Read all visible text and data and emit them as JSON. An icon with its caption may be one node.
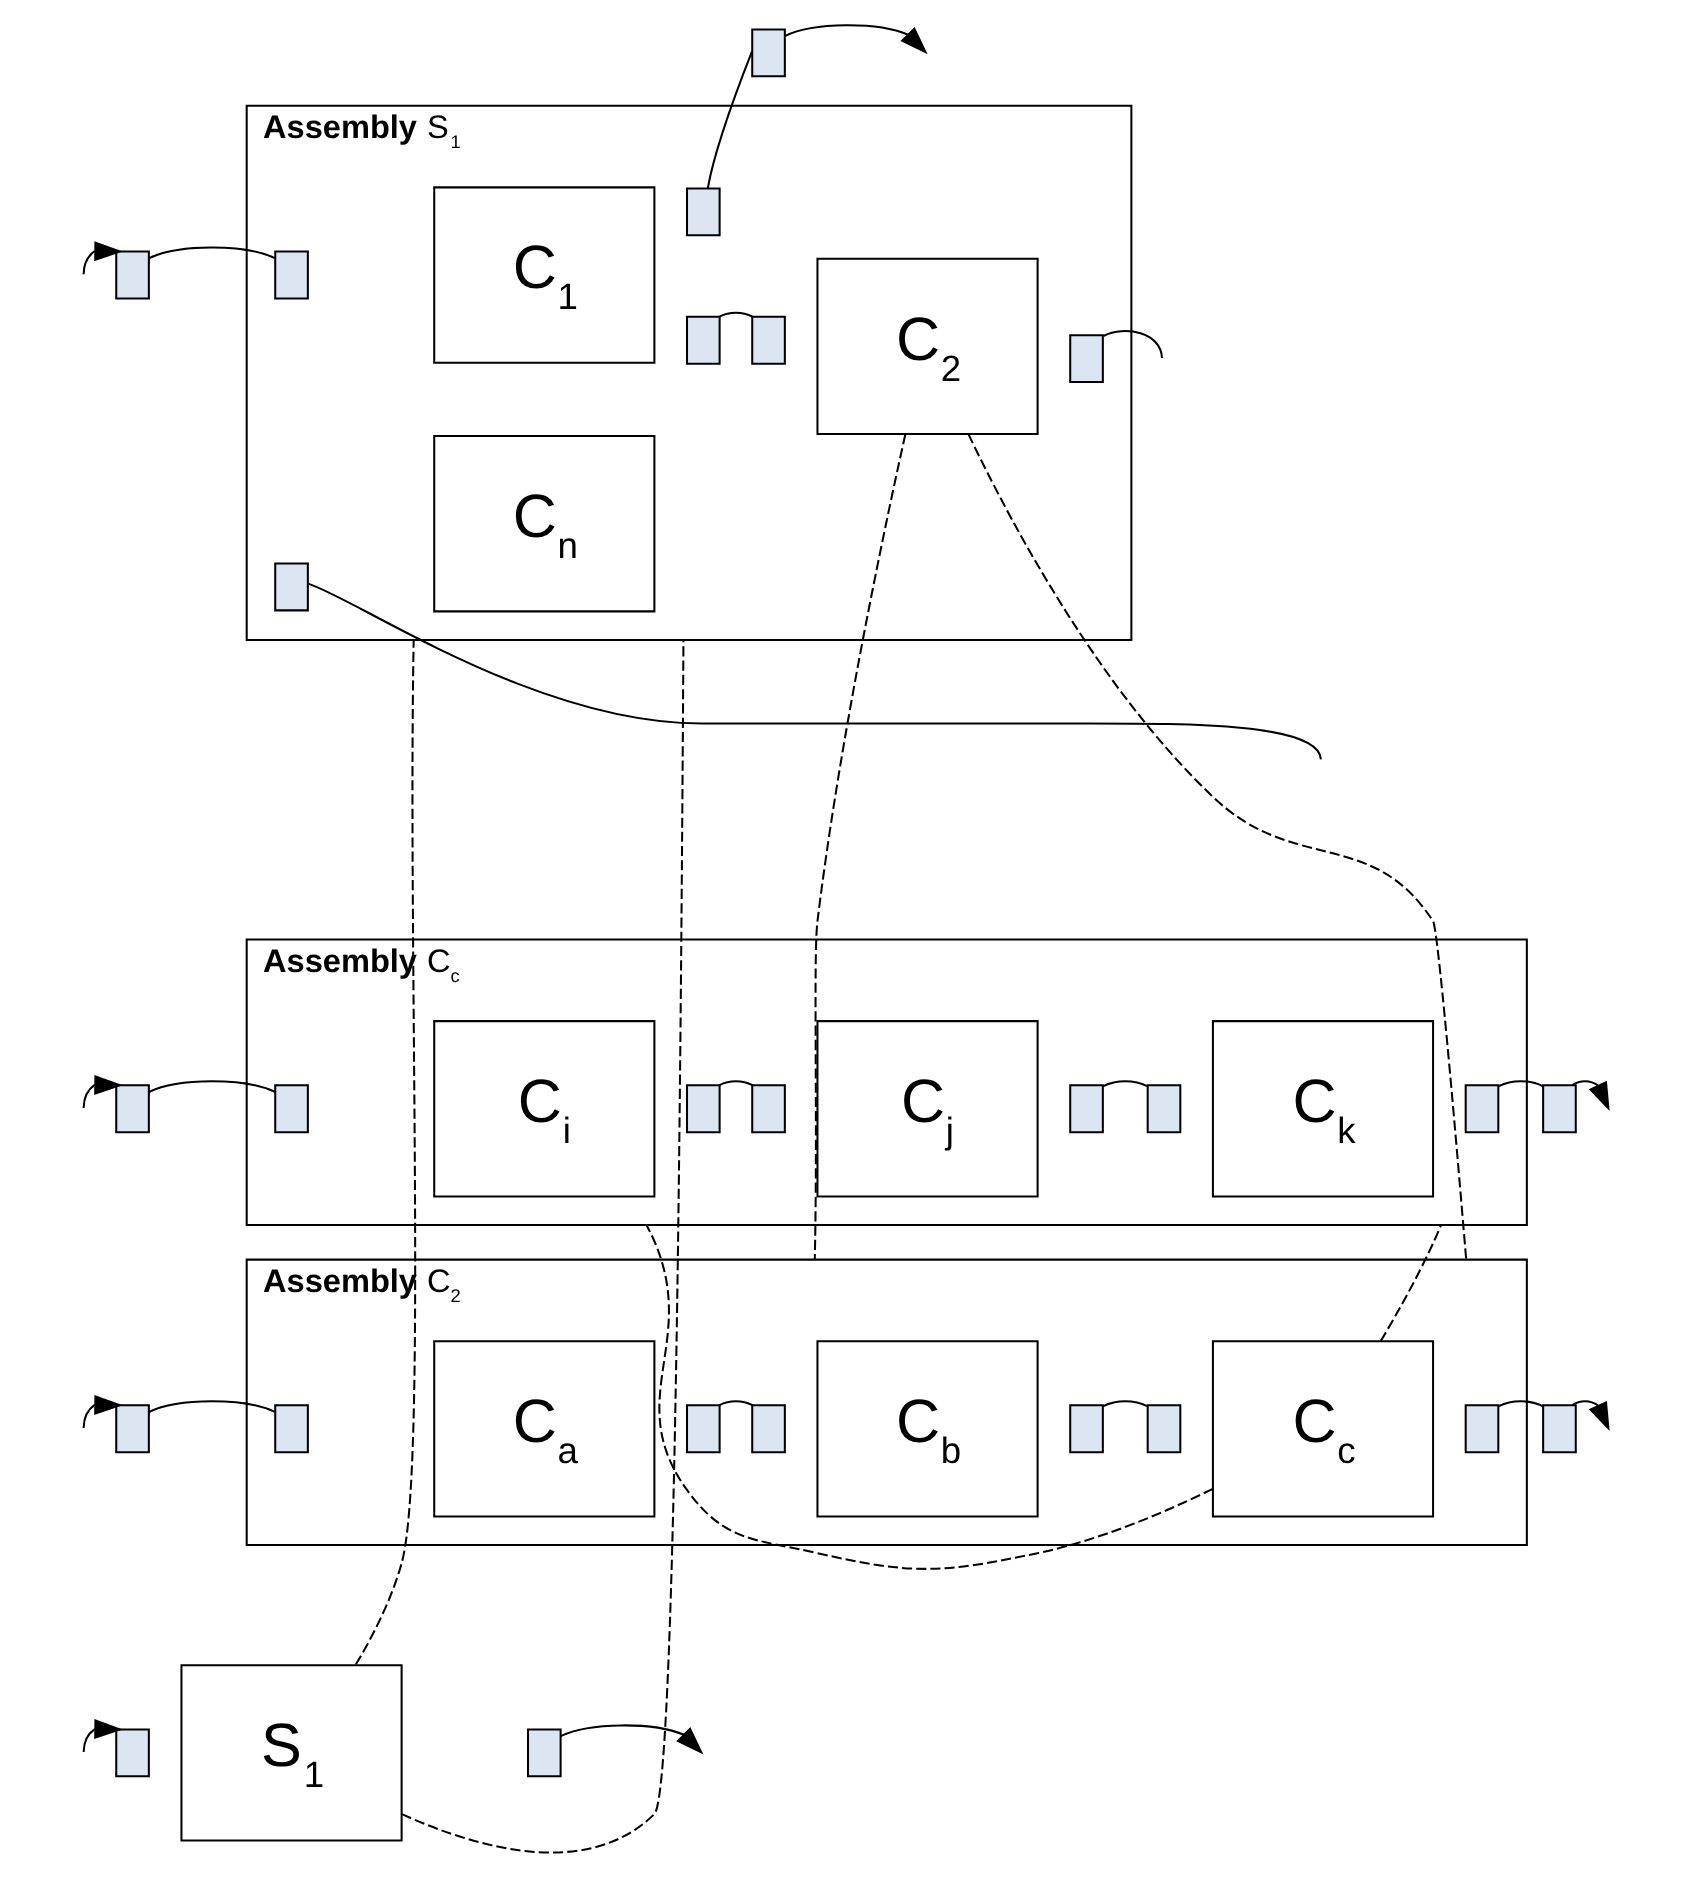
{
  "diagram": {
    "nodes": [
      {
        "text": [
          "S$_{1}$"
        ]
      },
      {
        "text": [],
        "shape": "box"
      },
      {
        "text": [],
        "shape": "box"
      },
      {
        "text": [
          "**Assembly** S$_{1}$"
        ]
      },
      {
        "text": [],
        "shape": "box"
      },
      {
        "text": [
          "C$_{1}$"
        ],
        "in": 3
      },
      {
        "text": [],
        "shape": "box",
        "in": 3
      },
      {
        "text": [],
        "shape": "box",
        "in": 3
      },
      {
        "text": [
          "C$_{2}$"
        ],
        "in": 3
      },
      {
        "text": [],
        "shape": "box",
        "in": 3
      },
      {
        "text": [],
        "shape": "box",
        "in": 3
      },
      {
        "text": [
          "C$_{n}$"
        ],
        "in": 3
      },
      {
        "text": [],
        "shape": "box",
        "in": 3
      },
      {
        "text": [],
        "shape": "box",
        "in": 3
      },
      {
        "text": [],
        "shape": "box"
      },
      {
        "text": [
          "**Assembly** C$_{2}$"
        ]
      },
      {
        "text": [],
        "shape": "box"
      },
      {
        "text": [
          "C$_{a}$"
        ],
        "in": 15
      },
      {
        "text": [],
        "shape": "box",
        "in": 15
      },
      {
        "text": [],
        "shape": "box",
        "in": 15
      },
      {
        "text": [
          "C$_{b}$"
        ],
        "in": 15
      },
      {
        "text": [],
        "shape": "box",
        "in": 15
      },
      {
        "text": [],
        "shape": "box",
        "in": 15
      },
      {
        "text": [
          "C$_{c}$"
        ],
        "in": 15
      },
      {
        "text": [],
        "shape": "box",
        "in": 15
      },
      {
        "text": [],
        "shape": "box",
        "in": 15
      },
      {
        "text": [],
        "shape": "box"
      },
      {
        "text": [
          "**Assembly** C$_{c}$"
        ]
      },
      {
        "text": [],
        "shape": "box"
      },
      {
        "text": [
          "C$_{i}$"
        ],
        "in": 27
      },
      {
        "text": [],
        "shape": "box",
        "in": 27
      },
      {
        "text": [],
        "shape": "box",
        "in": 27
      },
      {
        "text": [
          "C$_{j}$"
        ],
        "in": 27
      },
      {
        "text": [],
        "shape": "box",
        "in": 27
      },
      {
        "text": [],
        "shape": "box",
        "in": 27
      },
      {
        "text": [
          "C$_{k}$"
        ],
        "in": 27
      },
      {
        "text": [],
        "shape": "box",
        "in": 27
      },
      {
        "text": [],
        "shape": "box",
        "in": 27
      },
      {
        "text": [],
        "shape": "box"
      }
    ],
    "edges": [
      {
        "from": null,
        "to": 1,
        "arrow": "to"
      },
      {
        "from": 2,
        "to": null,
        "arrow": "to"
      },
      {
        "from": 0,
        "to": 3,
        "arrow": "none",
        "style": "dashed"
      },
      {
        "from": 0,
        "to": 3,
        "arrow": "none",
        "style": "dashed"
      },
      {
        "from": null,
        "to": 4,
        "arrow": "to"
      },
      {
        "from": 4,
        "to": 6,
        "arrow": "none"
      },
      {
        "from": 7,
        "to": 9,
        "arrow": "none"
      },
      {
        "from": 10,
        "to": null,
        "arrow": "none"
      },
      {
        "from": null,
        "to": 12,
        "arrow": "none"
      },
      {
        "from": 13,
        "to": 14,
        "arrow": "none"
      },
      {
        "from": 14,
        "to": null,
        "arrow": "to"
      },
      {
        "from": 8,
        "to": 15,
        "arrow": "none",
        "style": "dashed"
      },
      {
        "from": 8,
        "to": 15,
        "arrow": "none",
        "style": "dashed"
      },
      {
        "from": null,
        "to": 16,
        "arrow": "to"
      },
      {
        "from": 16,
        "to": 18,
        "arrow": "none"
      },
      {
        "from": 19,
        "to": 21,
        "arrow": "none"
      },
      {
        "from": 22,
        "to": 24,
        "arrow": "none"
      },
      {
        "from": 25,
        "to": 26,
        "arrow": "none"
      },
      {
        "from": 26,
        "to": null,
        "arrow": "to"
      },
      {
        "from": 23,
        "to": 27,
        "arrow": "none",
        "style": "dashed"
      },
      {
        "from": 23,
        "to": 27,
        "arrow": "none",
        "style": "dashed"
      },
      {
        "from": null,
        "to": 28,
        "arrow": "to"
      },
      {
        "from": 28,
        "to": 30,
        "arrow": "none"
      },
      {
        "from": 31,
        "to": 33,
        "arrow": "none"
      },
      {
        "from": 34,
        "to": 36,
        "arrow": "none"
      },
      {
        "from": 37,
        "to": 38,
        "arrow": "none"
      },
      {
        "from": 38,
        "to": null,
        "arrow": "to"
      }
    ]
  }
}
